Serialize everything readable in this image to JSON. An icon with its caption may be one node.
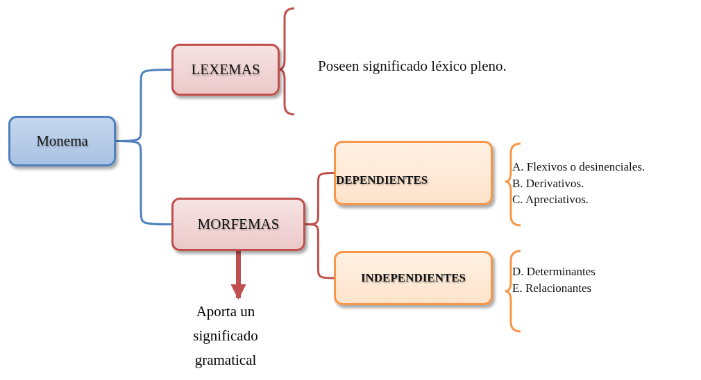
{
  "diagram": {
    "nodes": [
      {
        "text": [
          "Monema"
        ]
      },
      {
        "text": [
          "LEXEMAS"
        ],
        "beside": [
          "Poseen significado léxico pleno."
        ]
      },
      {
        "text": [
          "MORFEMAS"
        ]
      },
      {
        "text": [
          "DEPENDIENTES"
        ],
        "beside": [
          "A. Flexivos o desinenciales.",
          "B. Derivativos.",
          "C. Apreciativos."
        ]
      },
      {
        "text": [
          "INDEPENDIENTES"
        ],
        "beside": [
          "D. Determinantes",
          "E. Relacionantes"
        ]
      },
      {
        "text": [
          "Aporta un significado gramatical"
        ]
      }
    ],
    "edges": [
      {
        "from": 0,
        "to": 1,
        "arrow": "none",
        "color": "#4f81bd"
      },
      {
        "from": 0,
        "to": 2,
        "arrow": "none",
        "color": "#4f81bd"
      },
      {
        "from": 2,
        "to": 3,
        "arrow": "none",
        "color": "#c0504d"
      },
      {
        "from": 2,
        "to": 4,
        "arrow": "none",
        "color": "#c0504d"
      },
      {
        "from": 2,
        "to": 5,
        "arrow": "to",
        "style": "thick",
        "color": "#c0504d"
      }
    ]
  }
}
